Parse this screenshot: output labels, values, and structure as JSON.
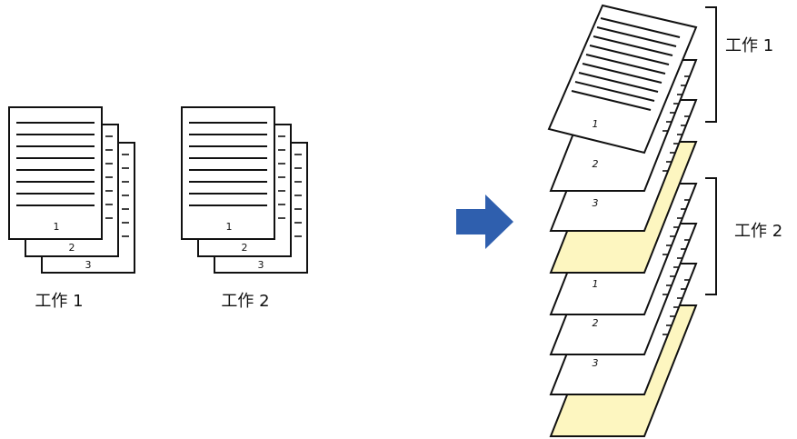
{
  "jobs": [
    {
      "label": "工作 1",
      "pages": [
        "1",
        "2",
        "3"
      ]
    },
    {
      "label": "工作 2",
      "pages": [
        "1",
        "2",
        "3"
      ]
    }
  ],
  "output": {
    "group_labels": [
      "工作 1",
      "工作 2"
    ],
    "sheets": [
      {
        "page": "1",
        "color": "white"
      },
      {
        "page": "2",
        "color": "white"
      },
      {
        "page": "3",
        "color": "white"
      },
      {
        "page": "",
        "color": "yellow"
      },
      {
        "page": "1",
        "color": "white"
      },
      {
        "page": "2",
        "color": "white"
      },
      {
        "page": "3",
        "color": "white"
      },
      {
        "page": "",
        "color": "yellow"
      }
    ]
  },
  "colors": {
    "arrow": "#2f5fae",
    "separator_sheet": "#fdf6c0",
    "paper": "#ffffff",
    "ink": "#111111"
  },
  "icons": [
    "arrow-right-icon"
  ]
}
